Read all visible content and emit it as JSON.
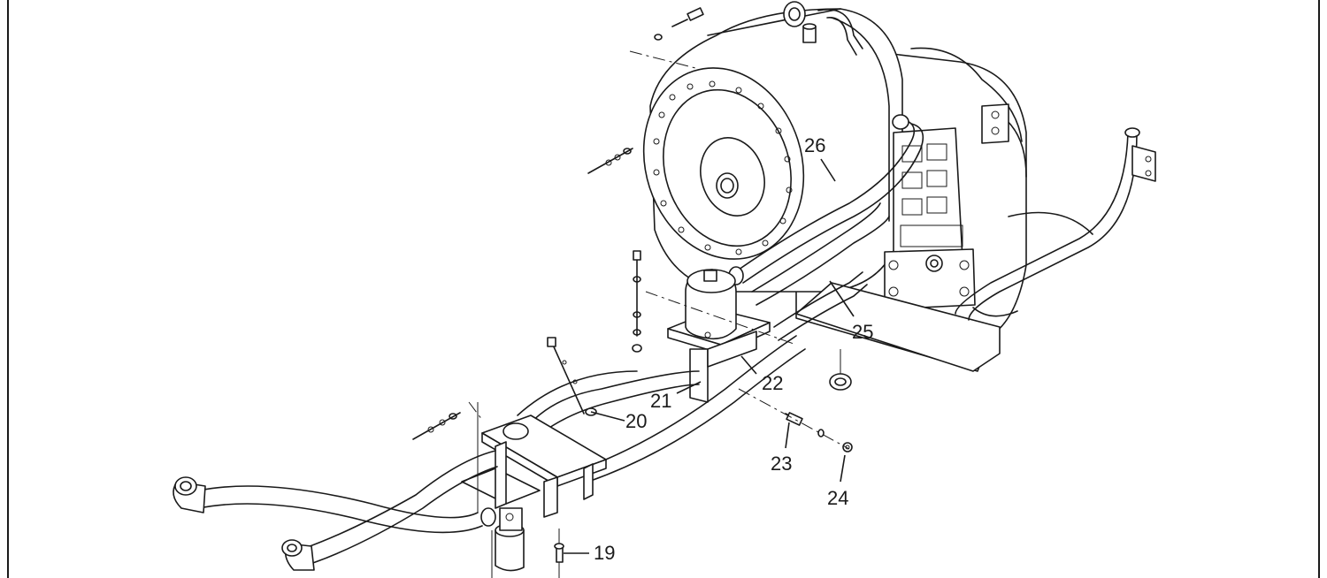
{
  "diagram": {
    "type": "exploded-parts-view",
    "callouts": [
      {
        "id": "c19",
        "label": "19"
      },
      {
        "id": "c20",
        "label": "20"
      },
      {
        "id": "c21",
        "label": "21"
      },
      {
        "id": "c22",
        "label": "22"
      },
      {
        "id": "c23",
        "label": "23"
      },
      {
        "id": "c24",
        "label": "24"
      },
      {
        "id": "c25",
        "label": "25"
      },
      {
        "id": "c26",
        "label": "26"
      }
    ],
    "line_color": "#1a1a1a",
    "background": "#ffffff"
  }
}
